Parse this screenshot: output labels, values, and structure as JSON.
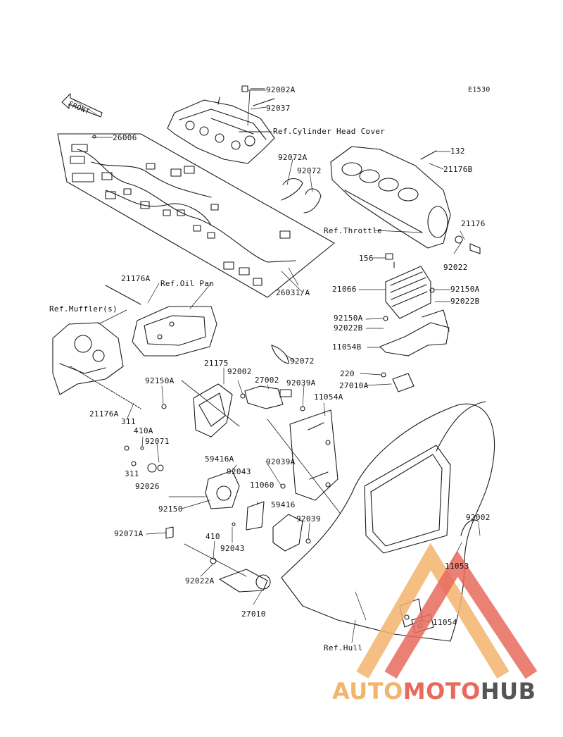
{
  "figure_code": "E1530",
  "front_label": "FRONT",
  "refs": {
    "cylinder_head_cover": "Ref.Cylinder Head Cover",
    "throttle": "Ref.Throttle",
    "oil_pan": "Ref.Oil Pan",
    "mufflers": "Ref.Muffler(s)",
    "hull": "Ref.Hull"
  },
  "parts": {
    "p92002A": "92002A",
    "p92037": "92037",
    "p26006": "26006",
    "p92072A": "92072A",
    "p92072_top": "92072",
    "p132": "132",
    "p21176B": "21176B",
    "p21176": "21176",
    "p92022": "92022",
    "p26031A": "26031/A",
    "p156": "156",
    "p21066": "21066",
    "p92150A_r": "92150A",
    "p92022B_r": "92022B",
    "p92150A_m": "92150A",
    "p92022B_m": "92022B",
    "p11054B": "11054B",
    "p21176A_top": "21176A",
    "p92072_mid": "92072",
    "p21175": "21175",
    "p92002_mid": "92002",
    "p27002": "27002",
    "p92039A_top": "92039A",
    "p220": "220",
    "p27010A": "27010A",
    "p92150A_l": "92150A",
    "p11054A": "11054A",
    "p21176A_bot": "21176A",
    "p311_a": "311",
    "p410A": "410A",
    "p92071": "92071",
    "p311_b": "311",
    "p92026": "92026",
    "p59416A": "59416A",
    "p92043_a": "92043",
    "p11060": "11060",
    "p92039A_mid": "92039A",
    "p92150": "92150",
    "p59416": "59416",
    "p92039": "92039",
    "p92071A": "92071A",
    "p410": "410",
    "p92043_b": "92043",
    "p92022A": "92022A",
    "p27010": "27010",
    "p92002_right": "92002",
    "p11053": "11053",
    "p11054": "11054"
  },
  "watermark": {
    "part1": "AUTO",
    "part2": "MOTO",
    "part3": "HUB"
  },
  "colors": {
    "line": "#1a1a1a",
    "watermark_orange": "#f3b46e",
    "watermark_red": "#e86a5c",
    "watermark_gray": "#555555"
  }
}
